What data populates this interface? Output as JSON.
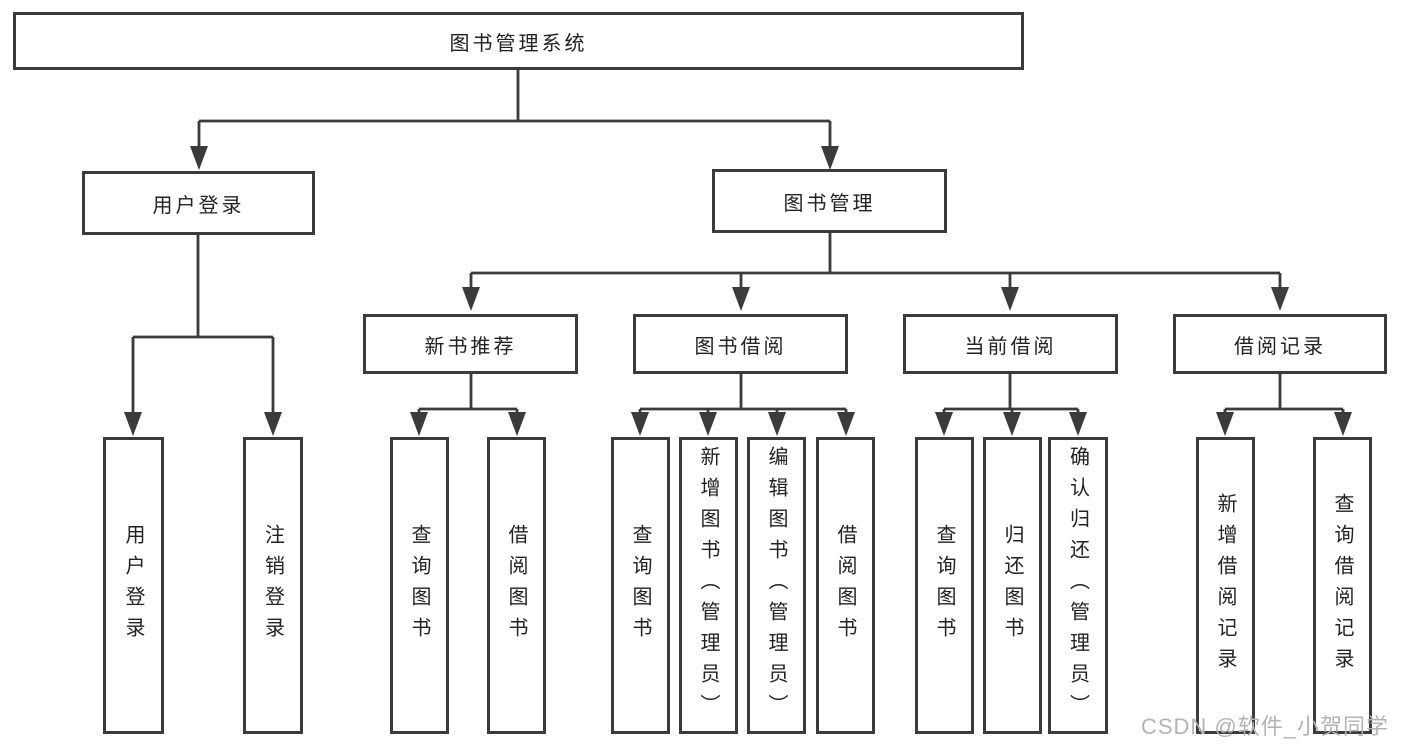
{
  "diagram": {
    "title": "图书管理系统",
    "level2": [
      {
        "label": "用户登录"
      },
      {
        "label": "图书管理"
      }
    ],
    "level3": [
      {
        "label": "新书推荐"
      },
      {
        "label": "图书借阅"
      },
      {
        "label": "当前借阅"
      },
      {
        "label": "借阅记录"
      }
    ],
    "leaves": [
      {
        "label": "用户登录"
      },
      {
        "label": "注销登录"
      },
      {
        "label": "查询图书"
      },
      {
        "label": "借阅图书"
      },
      {
        "label": "查询图书"
      },
      {
        "label": "新增图书（管理员）"
      },
      {
        "label": "编辑图书（管理员）"
      },
      {
        "label": "借阅图书"
      },
      {
        "label": "查询图书"
      },
      {
        "label": "归还图书"
      },
      {
        "label": "确认归还（管理员）"
      },
      {
        "label": "新增借阅记录"
      },
      {
        "label": "查询借阅记录"
      }
    ],
    "watermark": "CSDN @软件_小贺同学",
    "colors": {
      "line": "#3b3b3b",
      "text": "#222222",
      "watermark": "#b3b3b3",
      "background": "#ffffff"
    }
  }
}
